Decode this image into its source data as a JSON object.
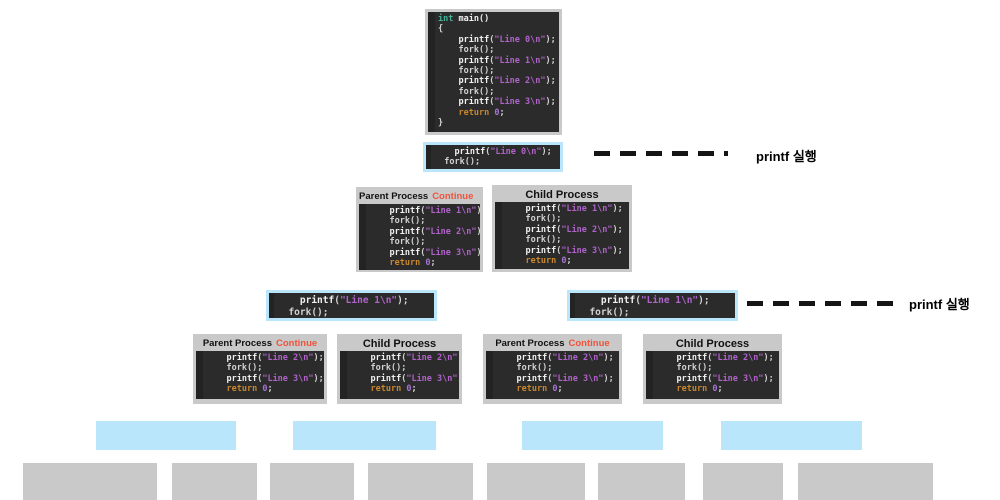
{
  "diagram": {
    "exec_label": "printf 실행",
    "parent_title": "Parent Process",
    "parent_badge": "Continue",
    "child_title": "Child Process"
  },
  "colors": {
    "card_bg": "#c9c9c9",
    "code_bg": "#2b2b2b",
    "highlight_blue": "#b9e6fa",
    "continue_red": "#f0523a",
    "string_purple": "#af63c9",
    "return_orange": "#c9872e",
    "dash_black": "#151515"
  },
  "code": {
    "main": [
      [
        [
          "int",
          "type"
        ],
        [
          " main()",
          "fn"
        ]
      ],
      [
        [
          "{",
          "plain"
        ]
      ],
      [
        [
          "    ",
          "plain"
        ],
        [
          "printf",
          "fn"
        ],
        [
          "(",
          "plain"
        ],
        [
          "\"Line 0\\n\"",
          "str"
        ],
        [
          ");",
          "plain"
        ]
      ],
      [
        [
          "    ",
          "plain"
        ],
        [
          "fork();",
          "plain"
        ]
      ],
      [
        [
          "    ",
          "plain"
        ],
        [
          "printf",
          "fn"
        ],
        [
          "(",
          "plain"
        ],
        [
          "\"Line 1\\n\"",
          "str"
        ],
        [
          ");",
          "plain"
        ]
      ],
      [
        [
          "    ",
          "plain"
        ],
        [
          "fork();",
          "plain"
        ]
      ],
      [
        [
          "    ",
          "plain"
        ],
        [
          "printf",
          "fn"
        ],
        [
          "(",
          "plain"
        ],
        [
          "\"Line 2\\n\"",
          "str"
        ],
        [
          ");",
          "plain"
        ]
      ],
      [
        [
          "    ",
          "plain"
        ],
        [
          "fork();",
          "plain"
        ]
      ],
      [
        [
          "    ",
          "plain"
        ],
        [
          "printf",
          "fn"
        ],
        [
          "(",
          "plain"
        ],
        [
          "\"Line 3\\n\"",
          "str"
        ],
        [
          ");",
          "plain"
        ]
      ],
      [
        [
          "    ",
          "plain"
        ],
        [
          "return",
          "ret"
        ],
        [
          " ",
          "plain"
        ],
        [
          "0",
          "val"
        ],
        [
          ";",
          "plain"
        ]
      ],
      [
        [
          "}",
          "plain"
        ]
      ]
    ],
    "snippet_line0": [
      [
        [
          "    ",
          "plain"
        ],
        [
          "printf",
          "fn"
        ],
        [
          "(",
          "plain"
        ],
        [
          "\"Line 0\\n\"",
          "str"
        ],
        [
          ");",
          "plain"
        ]
      ],
      [
        [
          "  ",
          "plain"
        ],
        [
          "fork();",
          "plain"
        ]
      ]
    ],
    "snippet_line1": [
      [
        [
          "    ",
          "plain"
        ],
        [
          "printf",
          "fn"
        ],
        [
          "(",
          "plain"
        ],
        [
          "\"Line 1\\n\"",
          "str"
        ],
        [
          ");",
          "plain"
        ]
      ],
      [
        [
          "  ",
          "plain"
        ],
        [
          "fork();",
          "plain"
        ]
      ]
    ],
    "level2": [
      [
        [
          "    ",
          "plain"
        ],
        [
          "printf",
          "fn"
        ],
        [
          "(",
          "plain"
        ],
        [
          "\"Line 1\\n\"",
          "str"
        ],
        [
          ");",
          "plain"
        ]
      ],
      [
        [
          "    ",
          "plain"
        ],
        [
          "fork();",
          "plain"
        ]
      ],
      [
        [
          "    ",
          "plain"
        ],
        [
          "printf",
          "fn"
        ],
        [
          "(",
          "plain"
        ],
        [
          "\"Line 2\\n\"",
          "str"
        ],
        [
          ");",
          "plain"
        ]
      ],
      [
        [
          "    ",
          "plain"
        ],
        [
          "fork();",
          "plain"
        ]
      ],
      [
        [
          "    ",
          "plain"
        ],
        [
          "printf",
          "fn"
        ],
        [
          "(",
          "plain"
        ],
        [
          "\"Line 3\\n\"",
          "str"
        ],
        [
          ");",
          "plain"
        ]
      ],
      [
        [
          "    ",
          "plain"
        ],
        [
          "return",
          "ret"
        ],
        [
          " ",
          "plain"
        ],
        [
          "0",
          "val"
        ],
        [
          ";",
          "plain"
        ]
      ]
    ],
    "level3": [
      [
        [
          "    ",
          "plain"
        ],
        [
          "printf",
          "fn"
        ],
        [
          "(",
          "plain"
        ],
        [
          "\"Line 2\\n\"",
          "str"
        ],
        [
          ");",
          "plain"
        ]
      ],
      [
        [
          "    ",
          "plain"
        ],
        [
          "fork();",
          "plain"
        ]
      ],
      [
        [
          "    ",
          "plain"
        ],
        [
          "printf",
          "fn"
        ],
        [
          "(",
          "plain"
        ],
        [
          "\"Line 3\\n\"",
          "str"
        ],
        [
          ");",
          "plain"
        ]
      ],
      [
        [
          "    ",
          "plain"
        ],
        [
          "return",
          "ret"
        ],
        [
          " ",
          "plain"
        ],
        [
          "0",
          "val"
        ],
        [
          ";",
          "plain"
        ]
      ]
    ]
  }
}
